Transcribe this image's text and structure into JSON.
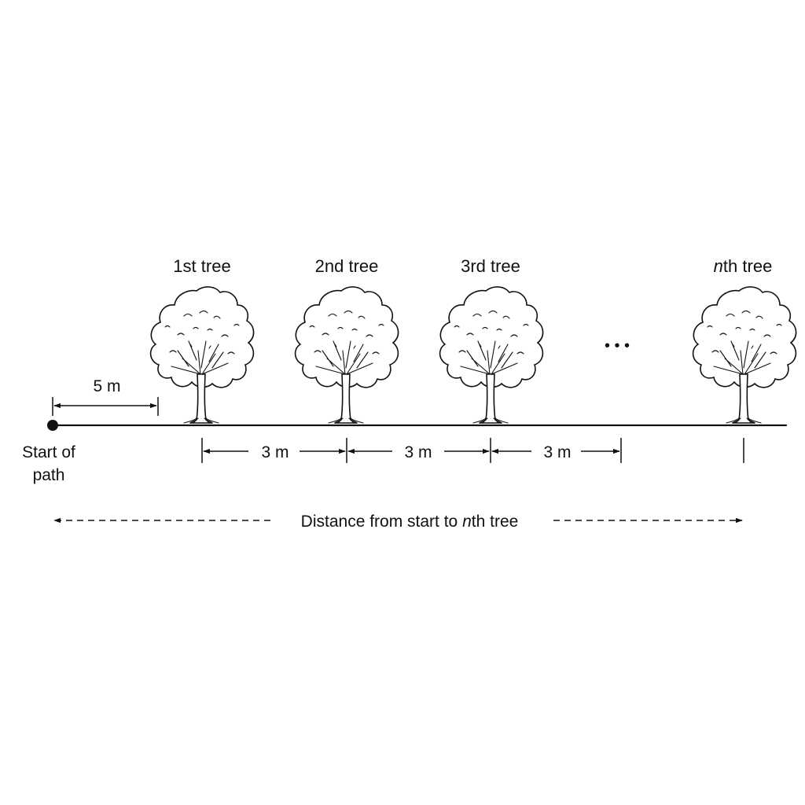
{
  "trees": [
    {
      "ordinal": "1st",
      "suffix": " tree"
    },
    {
      "ordinal": "2nd",
      "suffix": " tree"
    },
    {
      "ordinal": "3rd",
      "suffix": " tree"
    },
    {
      "ordinal": "n",
      "ordinal_rest": "th",
      "suffix": " tree"
    }
  ],
  "ellipsis": "• • •",
  "start": {
    "line1": "Start of",
    "line2": "path"
  },
  "first_gap": "5 m",
  "spacing": [
    "3 m",
    "3 m",
    "3 m"
  ],
  "total": {
    "before": "Distance from start to ",
    "italic": "n",
    "after": "th tree"
  }
}
